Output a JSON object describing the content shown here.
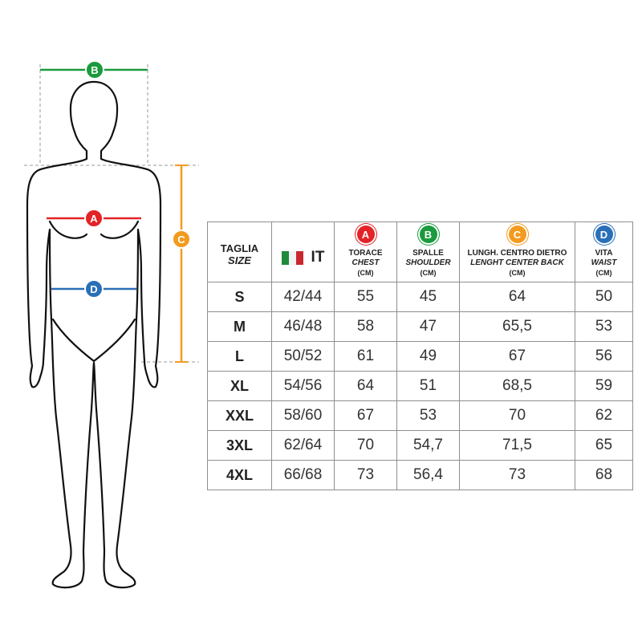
{
  "figure": {
    "markers": {
      "A": {
        "letter": "A",
        "color": "#e32327"
      },
      "B": {
        "letter": "B",
        "color": "#1b9a3e"
      },
      "C": {
        "letter": "C",
        "color": "#f39b1f"
      },
      "D": {
        "letter": "D",
        "color": "#2a6fb8"
      }
    }
  },
  "table": {
    "header": {
      "size": {
        "it": "TAGLIA",
        "en": "SIZE"
      },
      "it_column": {
        "label": "IT",
        "flag": "italian-flag-icon"
      },
      "columns": [
        {
          "key": "A",
          "it": "TORACE",
          "en": "CHEST",
          "unit": "(CM)"
        },
        {
          "key": "B",
          "it": "SPALLE",
          "en": "SHOULDER",
          "unit": "(CM)"
        },
        {
          "key": "C",
          "it": "LUNGH. CENTRO DIETRO",
          "en": "LENGHT CENTER BACK",
          "unit": "(CM)"
        },
        {
          "key": "D",
          "it": "VITA",
          "en": "WAIST",
          "unit": "(CM)"
        }
      ]
    },
    "rows": [
      {
        "size": "S",
        "it": "42/44",
        "chest": "55",
        "shoulder": "45",
        "back": "64",
        "waist": "50"
      },
      {
        "size": "M",
        "it": "46/48",
        "chest": "58",
        "shoulder": "47",
        "back": "65,5",
        "waist": "53"
      },
      {
        "size": "L",
        "it": "50/52",
        "chest": "61",
        "shoulder": "49",
        "back": "67",
        "waist": "56"
      },
      {
        "size": "XL",
        "it": "54/56",
        "chest": "64",
        "shoulder": "51",
        "back": "68,5",
        "waist": "59"
      },
      {
        "size": "XXL",
        "it": "58/60",
        "chest": "67",
        "shoulder": "53",
        "back": "70",
        "waist": "62"
      },
      {
        "size": "3XL",
        "it": "62/64",
        "chest": "70",
        "shoulder": "54,7",
        "back": "71,5",
        "waist": "65"
      },
      {
        "size": "4XL",
        "it": "66/68",
        "chest": "73",
        "shoulder": "56,4",
        "back": "73",
        "waist": "68"
      }
    ]
  }
}
